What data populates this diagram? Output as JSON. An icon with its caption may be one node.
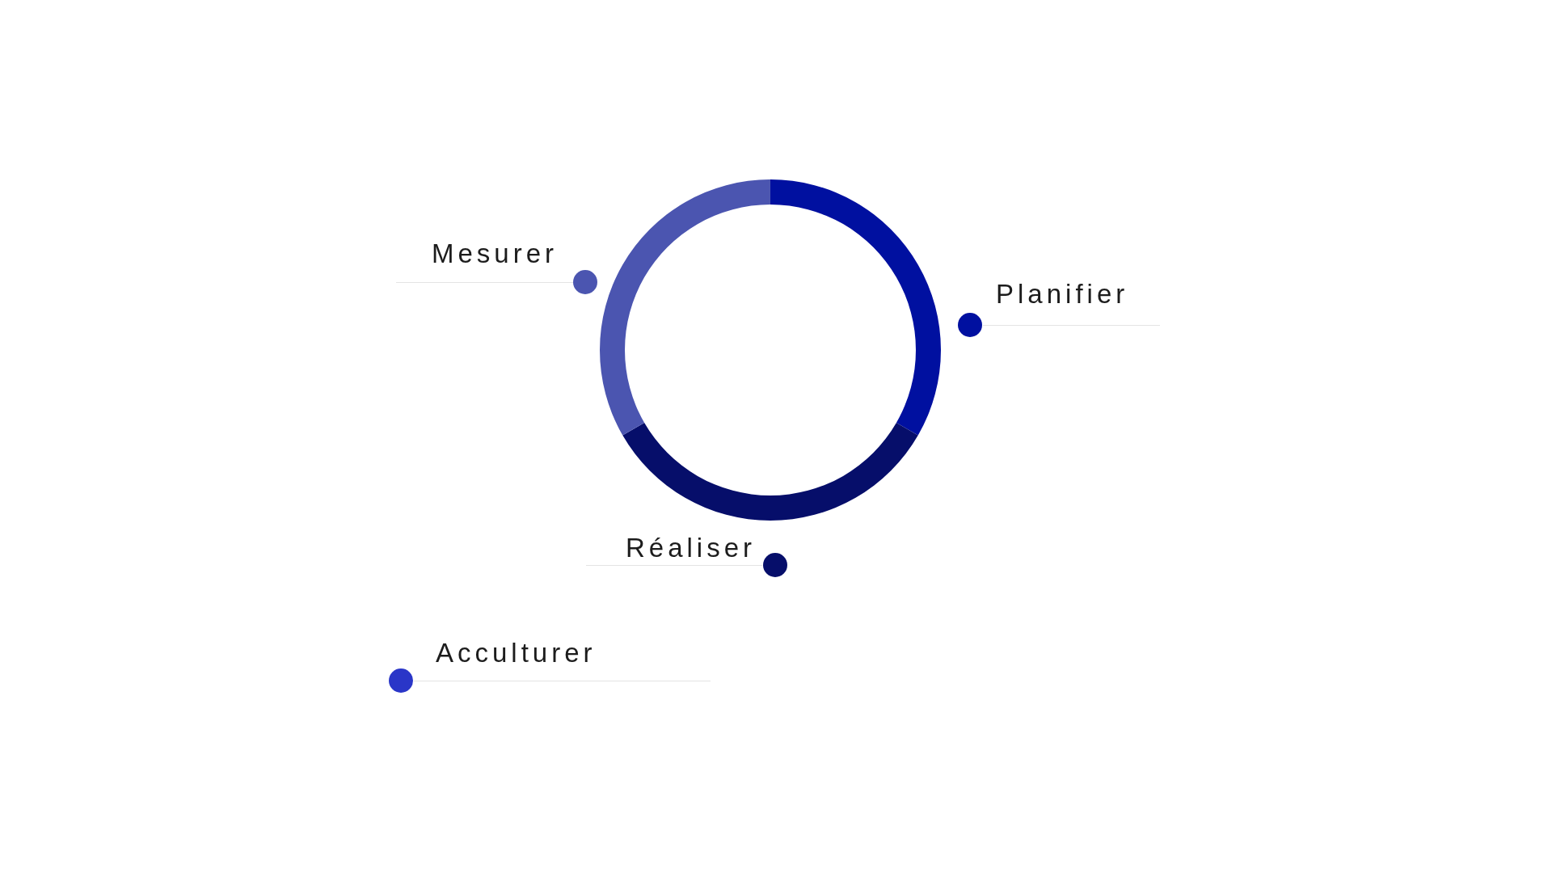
{
  "diagram": {
    "legend": [
      {
        "text": "Mesurer",
        "color": "#4b55b0"
      },
      {
        "text": "Planifier",
        "color": "#0010a0"
      },
      {
        "text": "Réaliser",
        "color": "#060e6a"
      },
      {
        "text": "Acculturer",
        "color": "#2a36c8"
      }
    ]
  }
}
